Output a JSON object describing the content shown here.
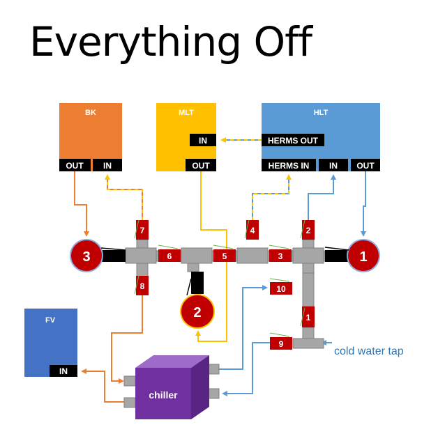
{
  "title": "Everything Off",
  "vessels": {
    "bk": {
      "label": "BK",
      "out": "OUT",
      "in": "IN",
      "color": "#ED7D31"
    },
    "mlt": {
      "label": "MLT",
      "in": "IN",
      "out": "OUT",
      "color": "#FFC000"
    },
    "hlt": {
      "label": "HLT",
      "herms_out": "HERMS OUT",
      "herms_in": "HERMS IN",
      "in": "IN",
      "out": "OUT",
      "color": "#5B9BD5"
    },
    "fv": {
      "label": "FV",
      "in": "IN",
      "color": "#4472C4"
    }
  },
  "pumps": {
    "p1": "1",
    "p2": "2",
    "p3": "3"
  },
  "valves": {
    "v1": "1",
    "v2": "2",
    "v3": "3",
    "v4": "4",
    "v5": "5",
    "v6": "6",
    "v7": "7",
    "v8": "8",
    "v9": "9",
    "v10": "10"
  },
  "chiller": {
    "label": "chiller",
    "color": "#7030A0"
  },
  "cold_water_tap": "cold water tap",
  "colors": {
    "orange_line": "#ED7D31",
    "yellow_line": "#FFC000",
    "blue_line": "#5B9BD5",
    "valve": "#C00000",
    "pipe": "#A6A6A6",
    "port": "#000000",
    "pump": "#C00000"
  }
}
